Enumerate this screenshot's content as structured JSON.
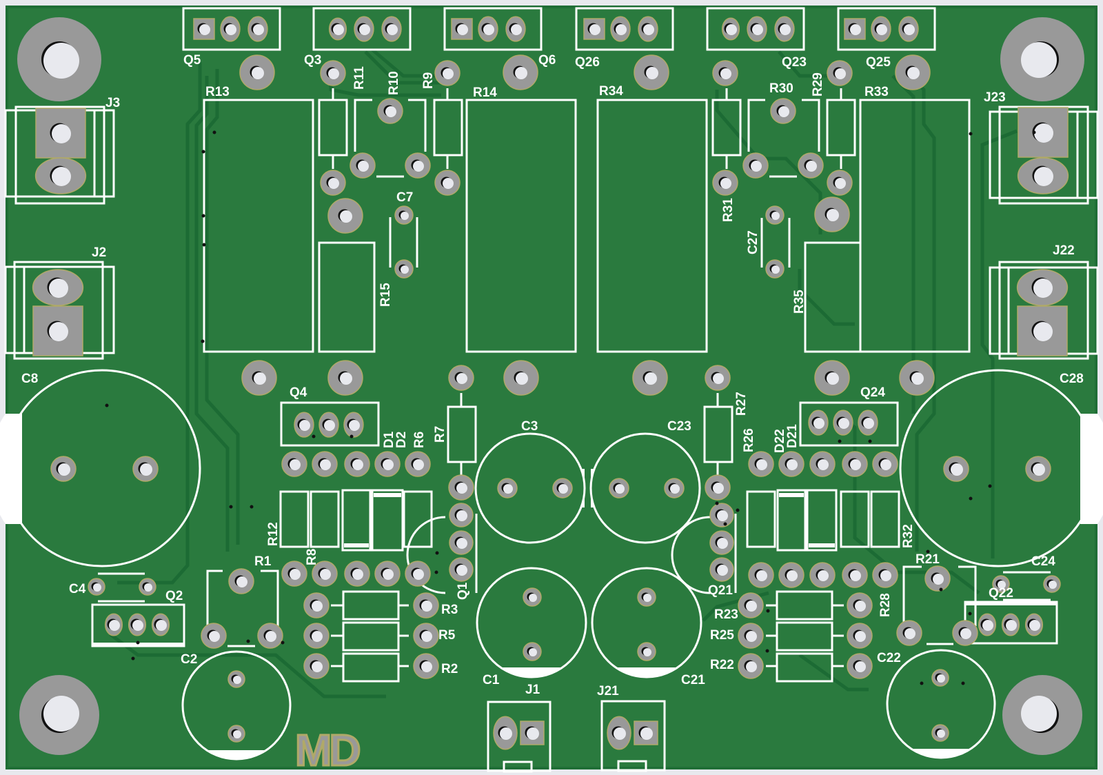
{
  "board": {
    "colors": {
      "background": "#e8e9ee",
      "soldermask": "#2a7a3e",
      "trace": "#1c6b34",
      "pad": "#999999",
      "pad_rim": "#b0a968",
      "drill": "#e8e9ee",
      "silkscreen": "#ffffff",
      "logo_fill": "#999999",
      "logo_outline": "#b0a968"
    },
    "logo_text": "MD"
  },
  "labels": {
    "Q5": "Q5",
    "Q3": "Q3",
    "Q6": "Q6",
    "Q26": "Q26",
    "Q23": "Q23",
    "Q25": "Q25",
    "R13": "R13",
    "R11": "R11",
    "R10": "R10",
    "R9": "R9",
    "R14": "R14",
    "R34": "R34",
    "R30": "R30",
    "R29": "R29",
    "R33": "R33",
    "J3": "J3",
    "J23": "J23",
    "J2": "J2",
    "J22": "J22",
    "C7": "C7",
    "R15": "R15",
    "R31": "R31",
    "C27": "C27",
    "R35": "R35",
    "C8": "C8",
    "C28": "C28",
    "Q4": "Q4",
    "Q24": "Q24",
    "D1": "D1",
    "D2": "D2",
    "R6": "R6",
    "R7": "R7",
    "C3": "C3",
    "C23": "C23",
    "R27": "R27",
    "R26": "R26",
    "D22": "D22",
    "D21": "D21",
    "R12": "R12",
    "R8": "R8",
    "R1": "R1",
    "Q1": "Q1",
    "Q21": "Q21",
    "R32": "R32",
    "R21": "R21",
    "C24": "C24",
    "C4": "C4",
    "Q2": "Q2",
    "Q22": "Q22",
    "R3": "R3",
    "R5": "R5",
    "R2": "R2",
    "R23": "R23",
    "R25": "R25",
    "R22": "R22",
    "R28": "R28",
    "C2": "C2",
    "C22": "C22",
    "C1": "C1",
    "C21": "C21",
    "J1": "J1",
    "J21": "J21"
  }
}
